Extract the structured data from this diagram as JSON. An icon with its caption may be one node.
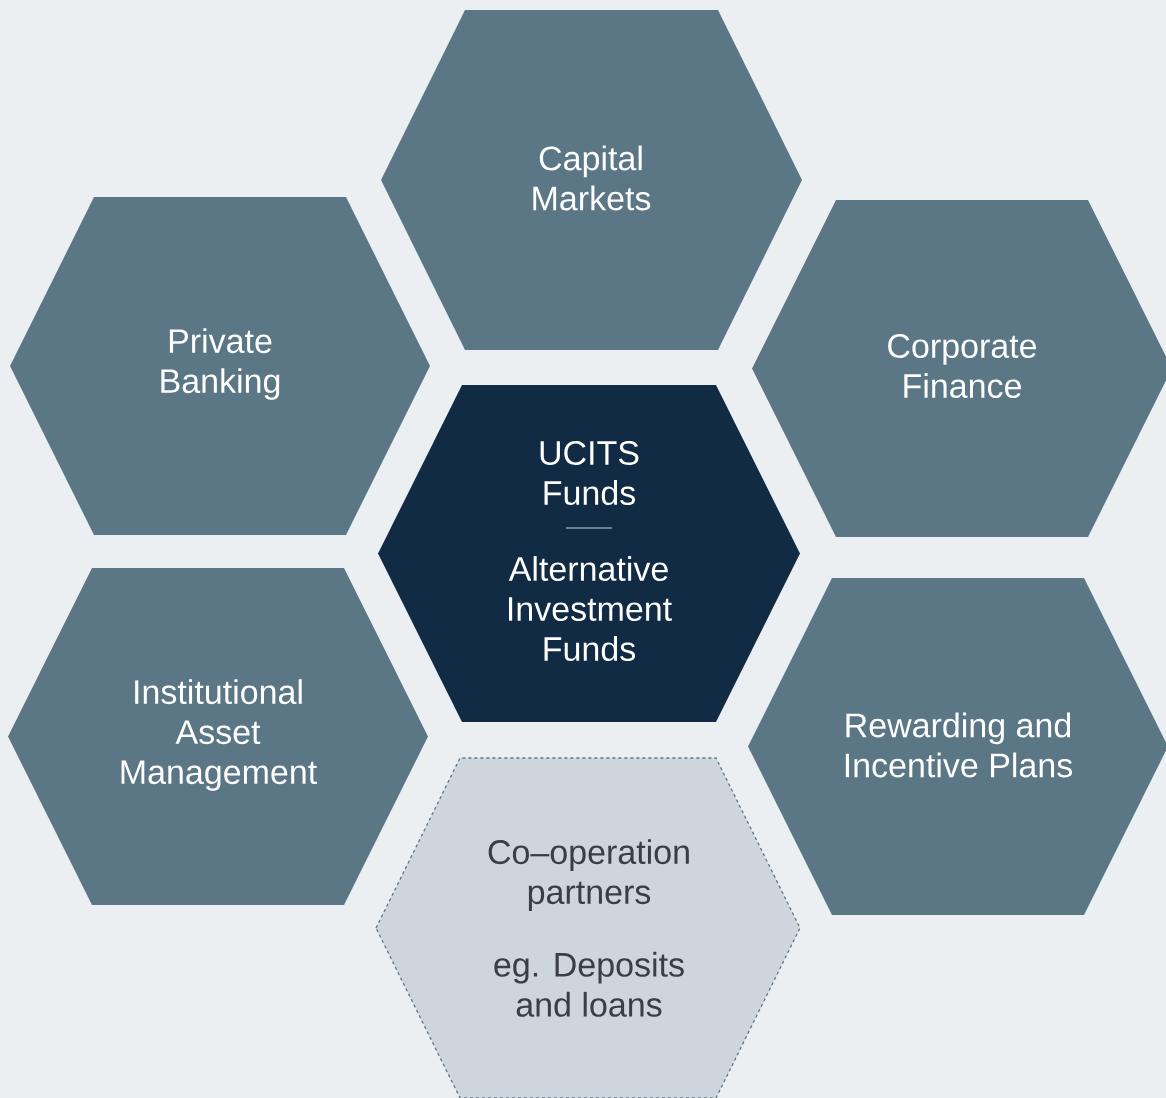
{
  "diagram": {
    "nodes": [
      {
        "text": [
          "Capital Markets"
        ]
      },
      {
        "text": [
          "Private Banking"
        ]
      },
      {
        "text": [
          "Corporate Finance"
        ]
      },
      {
        "text": [
          "UCITS Funds",
          "Alternative Investment Funds"
        ]
      },
      {
        "text": [
          "Institutional Asset Management"
        ]
      },
      {
        "text": [
          "Rewarding and Incentive Plans"
        ]
      },
      {
        "text": [
          "Co–operation partners",
          "eg. Deposits and loans"
        ]
      }
    ]
  }
}
